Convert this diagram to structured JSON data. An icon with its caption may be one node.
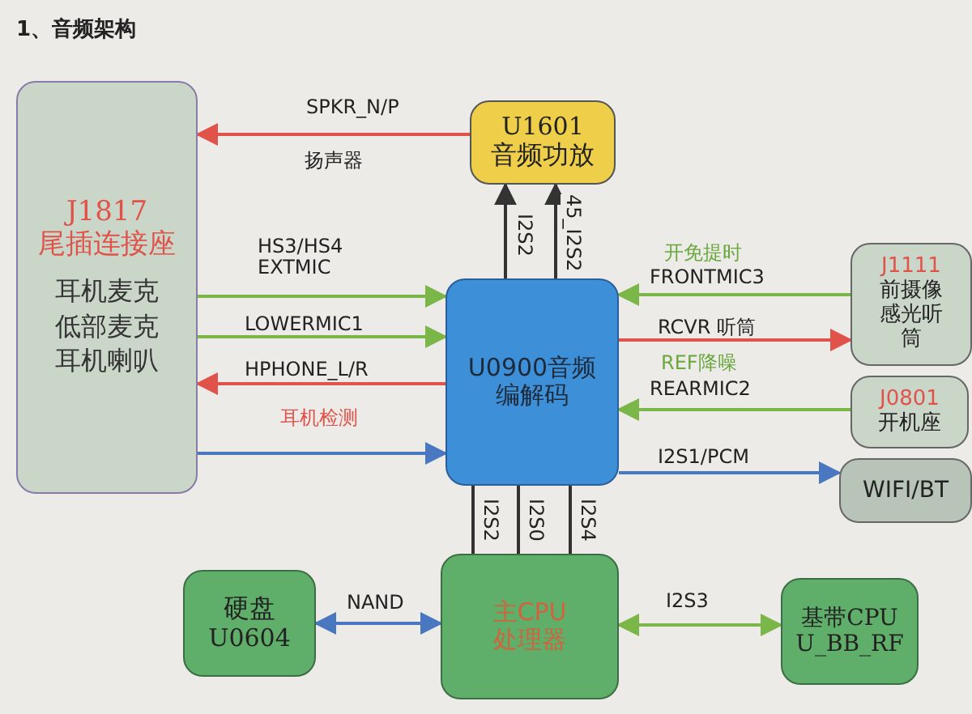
{
  "diagram": {
    "nodes": [
      {
        "text": [
          "J1817",
          "尾插连接座",
          "耳机麦克",
          "低部麦克",
          "耳机喇叭"
        ]
      },
      {
        "text": [
          "U1601",
          "音频功放"
        ]
      },
      {
        "text": [
          "U0900音频编解码"
        ]
      },
      {
        "text": [
          "J1111",
          "前摄像感光听筒"
        ]
      },
      {
        "text": [
          "J0801",
          "开机座"
        ]
      },
      {
        "text": [
          "WIFI/BT"
        ]
      },
      {
        "text": [
          "主CPU",
          "处理器"
        ]
      },
      {
        "text": [
          "硬盘",
          "U0604"
        ]
      },
      {
        "text": [
          "基带CPU",
          "U_BB_RF"
        ]
      }
    ],
    "edges": [
      {
        "from": 1,
        "to": 0,
        "arrow": "to",
        "label": "SPKR_N/P",
        "color": "#e0534a"
      },
      {
        "from": 0,
        "to": 2,
        "arrow": "to",
        "label": "HS3/HS4 EXTMIC",
        "color": "#7ab648"
      },
      {
        "from": 0,
        "to": 2,
        "arrow": "to",
        "label": "LOWERMIC1",
        "color": "#7ab648"
      },
      {
        "from": 2,
        "to": 0,
        "arrow": "to",
        "label": "HPHONE_L/R",
        "color": "#e0534a"
      },
      {
        "from": 0,
        "to": 2,
        "arrow": "to",
        "label": "耳机检测",
        "color": "#4a78c0"
      },
      {
        "from": 2,
        "to": 1,
        "arrow": "to",
        "label": "I2S2",
        "color": "#333333"
      },
      {
        "from": 2,
        "to": 1,
        "arrow": "to",
        "label": "45_I2S2",
        "color": "#333333"
      },
      {
        "from": 3,
        "to": 2,
        "arrow": "to",
        "label": "FRONTMIC3",
        "color": "#7ab648"
      },
      {
        "from": 2,
        "to": 3,
        "arrow": "to",
        "label": "RCVR 听筒",
        "color": "#e0534a"
      },
      {
        "from": 4,
        "to": 2,
        "arrow": "to",
        "label": "REARMIC2",
        "color": "#7ab648"
      },
      {
        "from": 2,
        "to": 5,
        "arrow": "to",
        "label": "I2S1/PCM",
        "color": "#4a78c0"
      },
      {
        "from": 2,
        "to": 6,
        "arrow": "none",
        "label": "I2S2",
        "color": "#333333"
      },
      {
        "from": 2,
        "to": 6,
        "arrow": "none",
        "label": "I2S0",
        "color": "#333333"
      },
      {
        "from": 2,
        "to": 6,
        "arrow": "none",
        "label": "I2S4",
        "color": "#333333"
      },
      {
        "from": 7,
        "to": 6,
        "arrow": "both",
        "label": "NAND",
        "color": "#4a78c0"
      },
      {
        "from": 6,
        "to": 8,
        "arrow": "both",
        "label": "I2S3",
        "color": "#7ab648"
      }
    ],
    "labels": [
      "1、音频架构",
      "扬声器",
      "开免提时",
      "REF降噪"
    ]
  }
}
